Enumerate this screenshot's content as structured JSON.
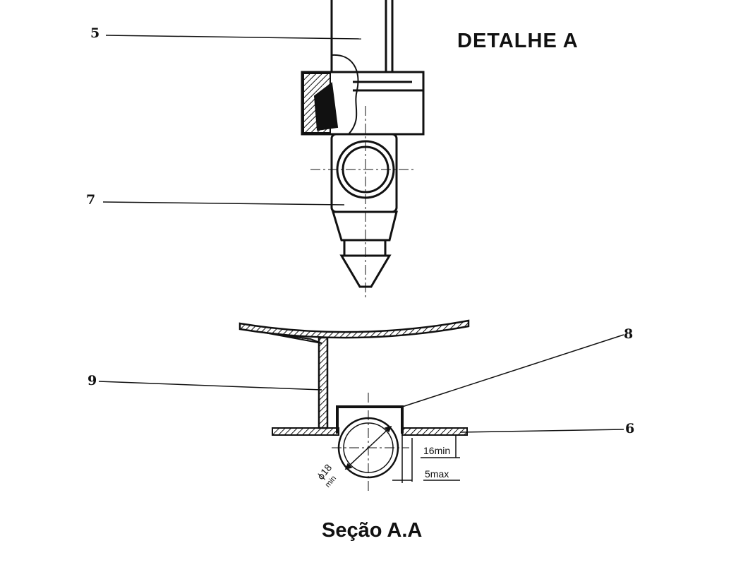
{
  "titles": {
    "detail": "DETALHE  A",
    "section": "Seção A.A"
  },
  "callouts": {
    "item_5": "5",
    "item_7": "7",
    "item_9": "9",
    "item_8": "8",
    "item_6": "6"
  },
  "dimensions": {
    "diameter": "ϕ18",
    "diameter_unit": "min",
    "height_min": "16min",
    "offset_max": "5max"
  }
}
